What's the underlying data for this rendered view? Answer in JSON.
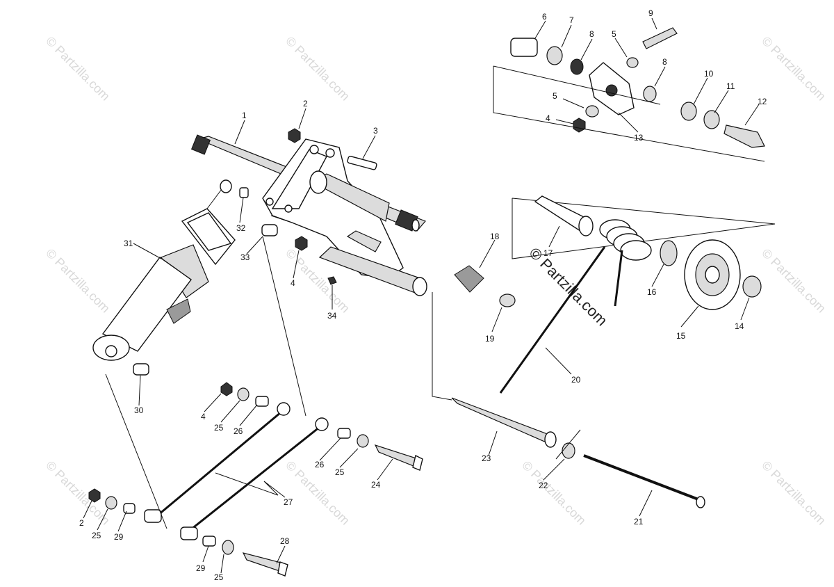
{
  "watermark": "© Partzilla.com",
  "center_watermark": "© Partzilla.com",
  "labels": {
    "l1": "1",
    "l2a": "2",
    "l3": "3",
    "l4a": "4",
    "l5a": "5",
    "l6": "6",
    "l7": "7",
    "l8a": "8",
    "l8b": "8",
    "l9": "9",
    "l5b": "5",
    "l4b": "4",
    "l10": "10",
    "l11": "11",
    "l12": "12",
    "l13": "13",
    "l14": "14",
    "l15": "15",
    "l16": "16",
    "l17": "17",
    "l18": "18",
    "l19": "19",
    "l20": "20",
    "l21": "21",
    "l22": "22",
    "l23": "23",
    "l24": "24",
    "l25a": "25",
    "l25b": "25",
    "l25c": "25",
    "l25d": "25",
    "l26a": "26",
    "l26b": "26",
    "l27": "27",
    "l28": "28",
    "l29a": "29",
    "l29b": "29",
    "l30": "30",
    "l31": "31",
    "l32": "32",
    "l33": "33",
    "l34": "34",
    "l4c": "4",
    "l4d": "4",
    "l2b": "2"
  }
}
